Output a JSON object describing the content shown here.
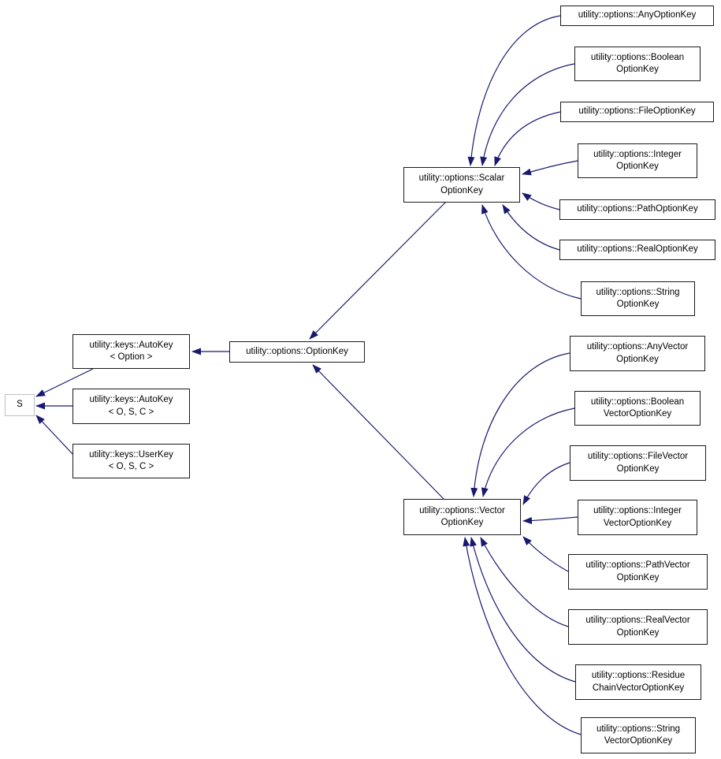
{
  "diagram": {
    "kind": "class-inheritance-graph",
    "edge_color": "#191970",
    "node_border_color": "#1a1a1a",
    "external_node_border_color": "#c0c0c0",
    "nodes": {
      "s": {
        "lines": [
          "S"
        ]
      },
      "autokey_option": {
        "lines": [
          "utility::keys::AutoKey",
          "< Option >"
        ]
      },
      "autokey_osc": {
        "lines": [
          "utility::keys::AutoKey",
          "< O, S, C >"
        ]
      },
      "userkey_osc": {
        "lines": [
          "utility::keys::UserKey",
          "< O, S, C >"
        ]
      },
      "optionkey": {
        "lines": [
          "utility::options::OptionKey"
        ]
      },
      "scalar": {
        "lines": [
          "utility::options::Scalar",
          "OptionKey"
        ]
      },
      "vector": {
        "lines": [
          "utility::options::Vector",
          "OptionKey"
        ]
      },
      "any": {
        "lines": [
          "utility::options::AnyOptionKey"
        ]
      },
      "boolean": {
        "lines": [
          "utility::options::Boolean",
          "OptionKey"
        ]
      },
      "file": {
        "lines": [
          "utility::options::FileOptionKey"
        ]
      },
      "integer": {
        "lines": [
          "utility::options::Integer",
          "OptionKey"
        ]
      },
      "path": {
        "lines": [
          "utility::options::PathOptionKey"
        ]
      },
      "real": {
        "lines": [
          "utility::options::RealOptionKey"
        ]
      },
      "string": {
        "lines": [
          "utility::options::String",
          "OptionKey"
        ]
      },
      "anyvec": {
        "lines": [
          "utility::options::AnyVector",
          "OptionKey"
        ]
      },
      "booleanvec": {
        "lines": [
          "utility::options::Boolean",
          "VectorOptionKey"
        ]
      },
      "filevec": {
        "lines": [
          "utility::options::FileVector",
          "OptionKey"
        ]
      },
      "integervec": {
        "lines": [
          "utility::options::Integer",
          "VectorOptionKey"
        ]
      },
      "pathvec": {
        "lines": [
          "utility::options::PathVector",
          "OptionKey"
        ]
      },
      "realvec": {
        "lines": [
          "utility::options::RealVector",
          "OptionKey"
        ]
      },
      "residuechainvec": {
        "lines": [
          "utility::options::Residue",
          "ChainVectorOptionKey"
        ]
      },
      "stringvec": {
        "lines": [
          "utility::options::String",
          "VectorOptionKey"
        ]
      }
    },
    "edges": [
      {
        "from": "autokey_option",
        "to": "s"
      },
      {
        "from": "autokey_osc",
        "to": "s"
      },
      {
        "from": "userkey_osc",
        "to": "s"
      },
      {
        "from": "optionkey",
        "to": "autokey_option"
      },
      {
        "from": "scalar",
        "to": "optionkey"
      },
      {
        "from": "vector",
        "to": "optionkey"
      },
      {
        "from": "any",
        "to": "scalar"
      },
      {
        "from": "boolean",
        "to": "scalar"
      },
      {
        "from": "file",
        "to": "scalar"
      },
      {
        "from": "integer",
        "to": "scalar"
      },
      {
        "from": "path",
        "to": "scalar"
      },
      {
        "from": "real",
        "to": "scalar"
      },
      {
        "from": "string",
        "to": "scalar"
      },
      {
        "from": "anyvec",
        "to": "vector"
      },
      {
        "from": "booleanvec",
        "to": "vector"
      },
      {
        "from": "filevec",
        "to": "vector"
      },
      {
        "from": "integervec",
        "to": "vector"
      },
      {
        "from": "pathvec",
        "to": "vector"
      },
      {
        "from": "realvec",
        "to": "vector"
      },
      {
        "from": "residuechainvec",
        "to": "vector"
      },
      {
        "from": "stringvec",
        "to": "vector"
      }
    ]
  }
}
